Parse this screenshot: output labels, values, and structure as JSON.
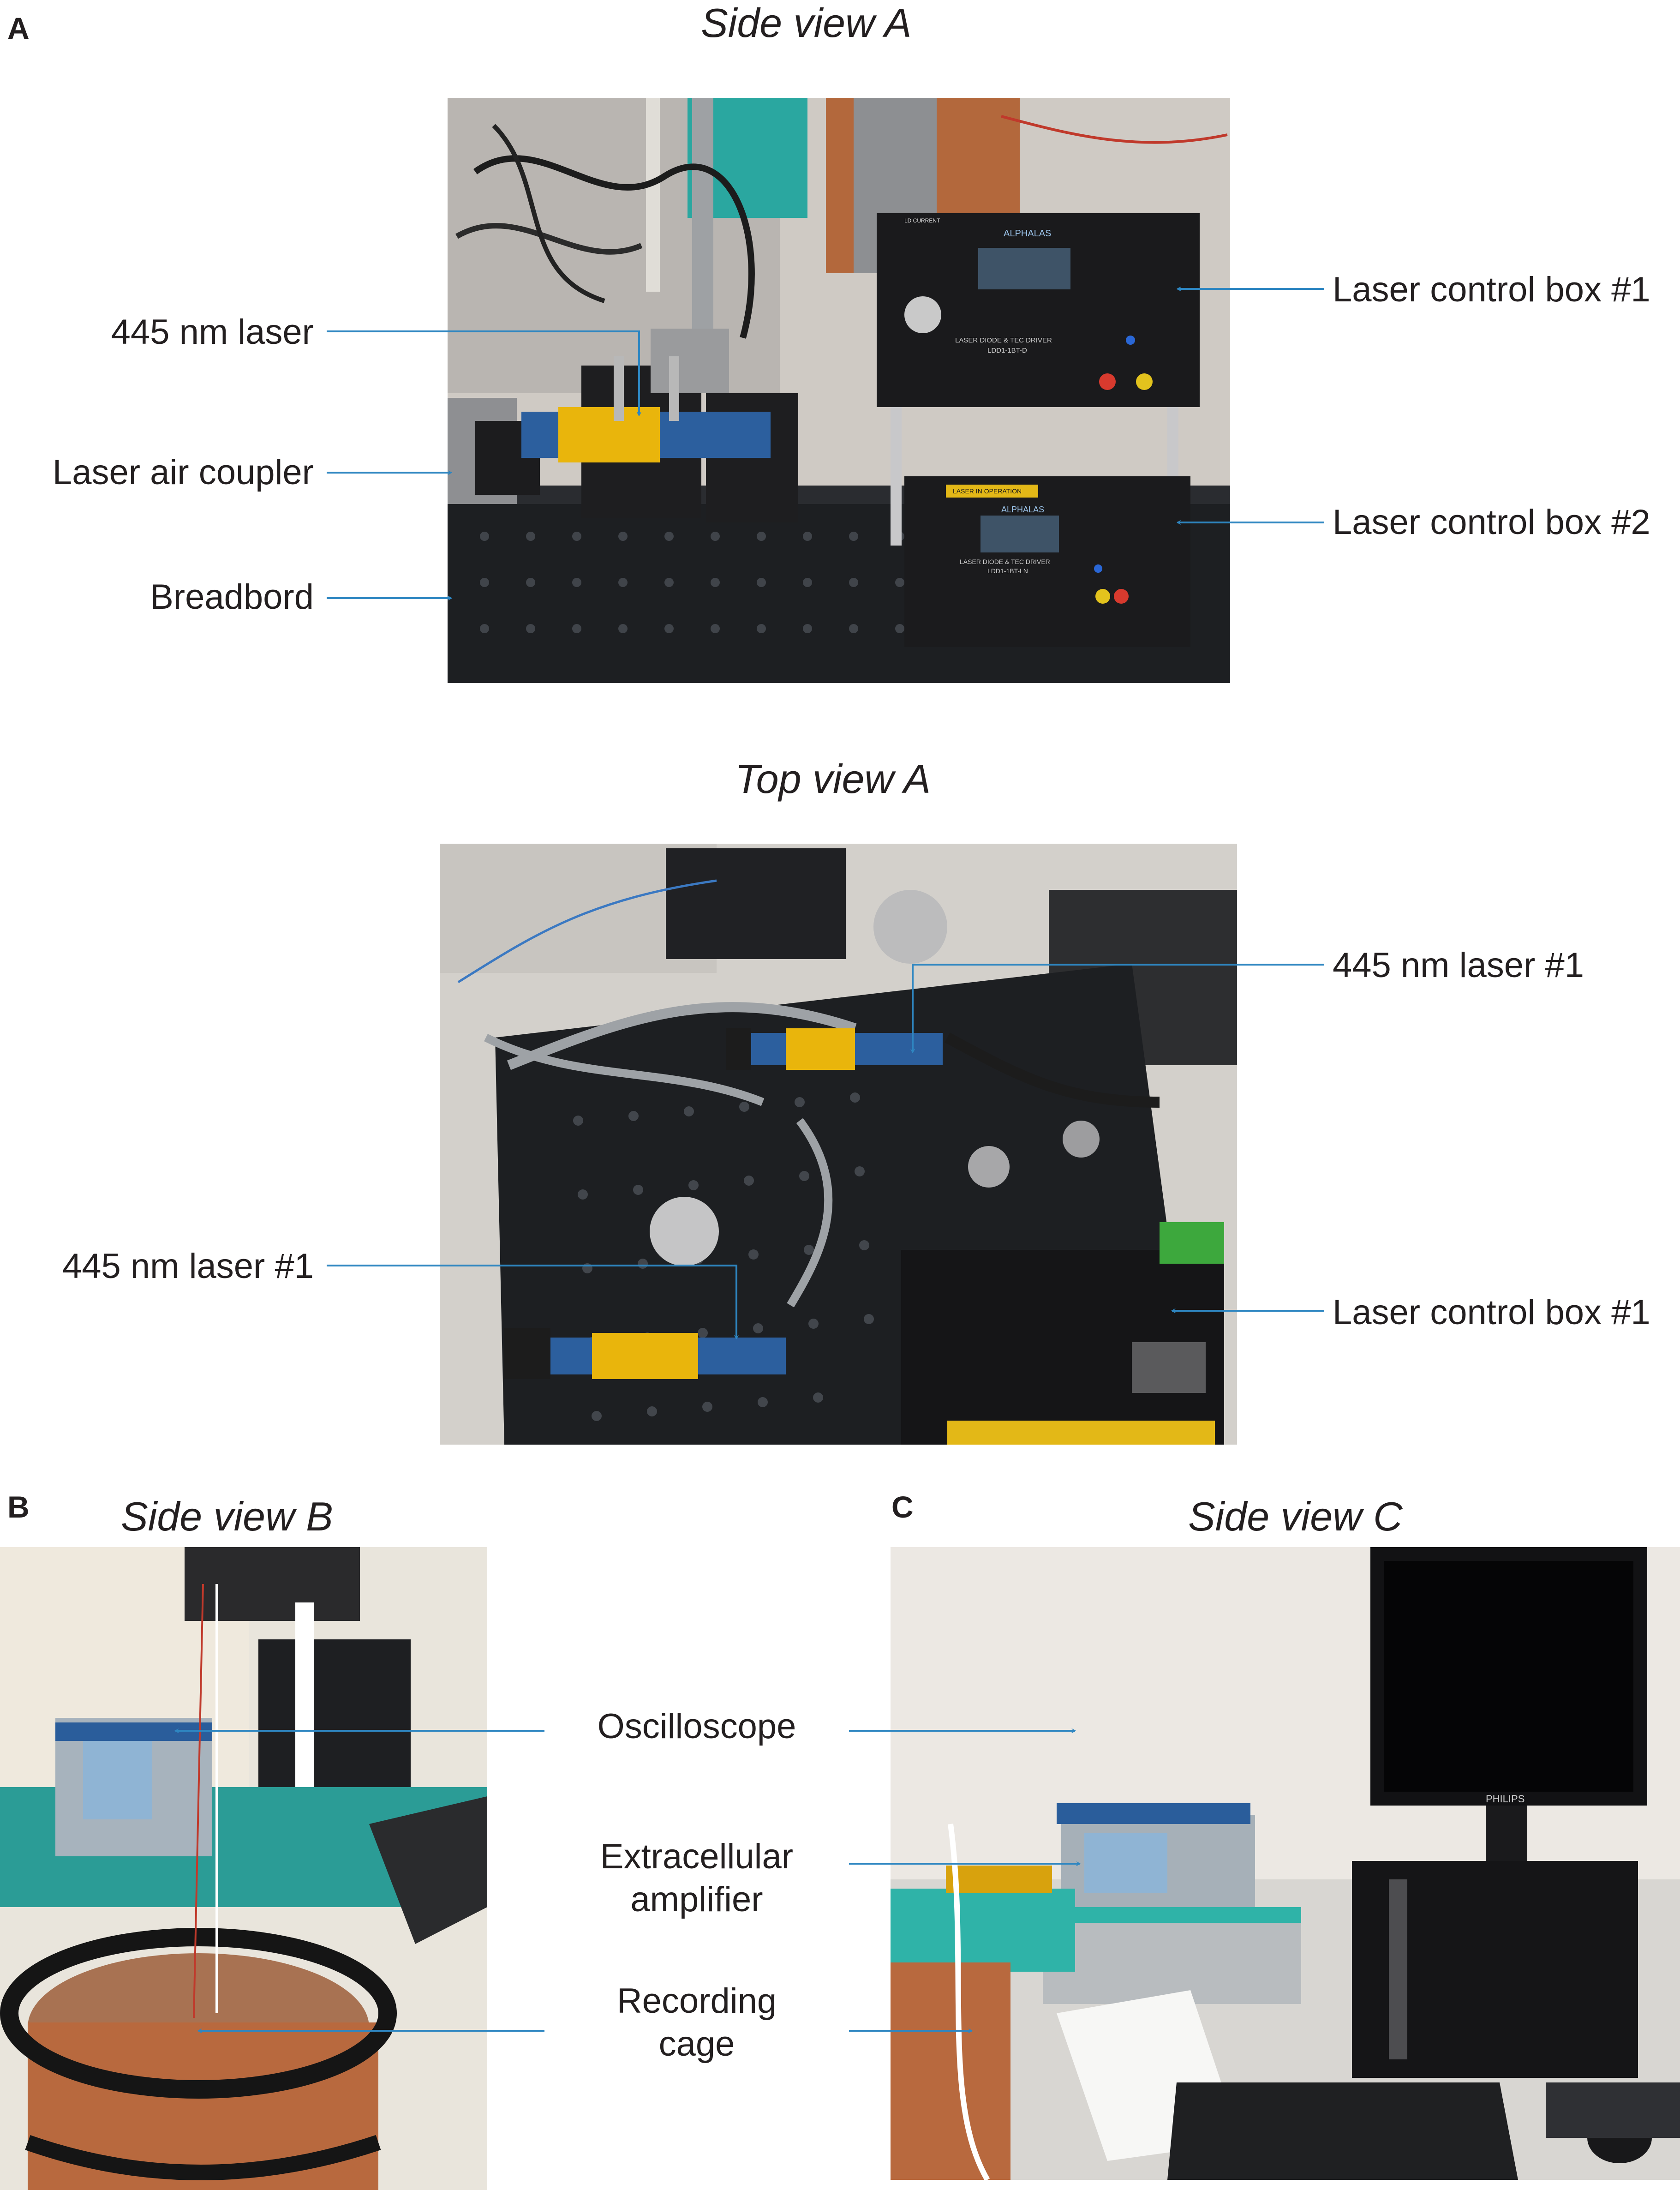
{
  "colors": {
    "text": "#231f20",
    "arrow": "#2e86c1",
    "optical_table": "#1d1f22",
    "control_box": "#1a1a1c",
    "laser_yellow": "#e9b50c",
    "laser_blue": "#2c5f9e",
    "copper": "#b8693e",
    "bench_cyan": "#2fb3a8"
  },
  "panels": {
    "a": {
      "letter": "A",
      "side_title": "Side view A",
      "top_title": "Top view A",
      "side_labels": {
        "laser": "445 nm laser",
        "air_coupler": "Laser air coupler",
        "breadboard": "Breadbord",
        "control_box_1": "Laser control box #1",
        "control_box_2": "Laser control box #2"
      },
      "top_labels": {
        "laser_upper": "445 nm laser #1",
        "laser_lower": "445 nm laser #1",
        "control_box": "Laser control box #1"
      },
      "device_text": {
        "brand": "ALPHALAS",
        "driver": "LASER DIODE & TEC DRIVER",
        "model_1": "LDD1-1BT-D",
        "model_2": "LDD1-1BT-LN",
        "ld_current": "LD CURRENT",
        "warning": "LASER IN OPERATION"
      }
    },
    "b": {
      "letter": "B",
      "title": "Side view B"
    },
    "c": {
      "letter": "C",
      "title": "Side view C",
      "monitor_brand": "PHILIPS"
    },
    "bc_labels": {
      "oscilloscope": "Oscilloscope",
      "amplifier_line1": "Extracellular",
      "amplifier_line2": "amplifier",
      "cage_line1": "Recording",
      "cage_line2": "cage"
    }
  }
}
